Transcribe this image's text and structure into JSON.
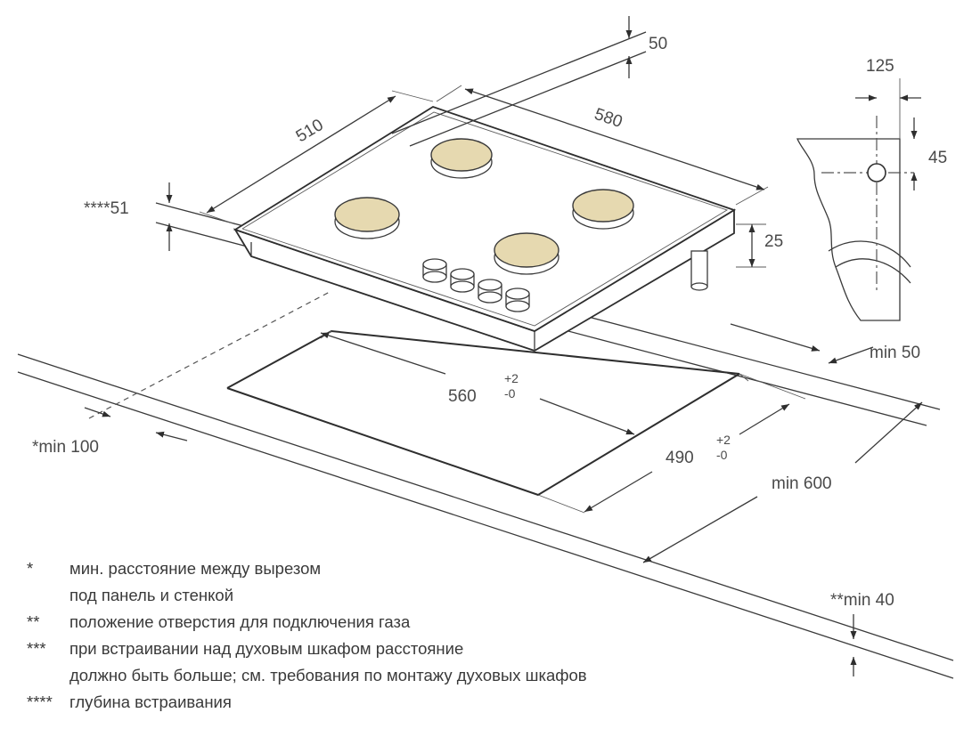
{
  "dimensions": {
    "hob_width": "580",
    "hob_depth": "510",
    "top_clearance": "50",
    "embed_depth": "****51",
    "hob_height": "25",
    "wall_min": "min 50",
    "cutout_width": "560",
    "cutout_width_tol_plus": "+2",
    "cutout_width_tol_minus": "-0",
    "cutout_depth": "490",
    "cutout_depth_tol_plus": "+2",
    "cutout_depth_tol_minus": "-0",
    "front_min": "*min 100",
    "counter_min": "min 600",
    "bottom_min": "**min 40",
    "gas_offset": "125",
    "gas_height": "45"
  },
  "notes": [
    {
      "mark": "*",
      "text": "мин. расстояние между вырезом"
    },
    {
      "mark": "",
      "text": "под панель и стенкой"
    },
    {
      "mark": "**",
      "text": "положение отверстия для подключения газа"
    },
    {
      "mark": "***",
      "text": "при встраивании над духовым шкафом расстояние"
    },
    {
      "mark": "",
      "text": "должно быть больше; см. требования по монтажу духовых шкафов"
    },
    {
      "mark": "****",
      "text": "глубина встраивания"
    }
  ],
  "colors": {
    "burner_fill": "#e6d9b0",
    "line": "#3a3a3a"
  }
}
